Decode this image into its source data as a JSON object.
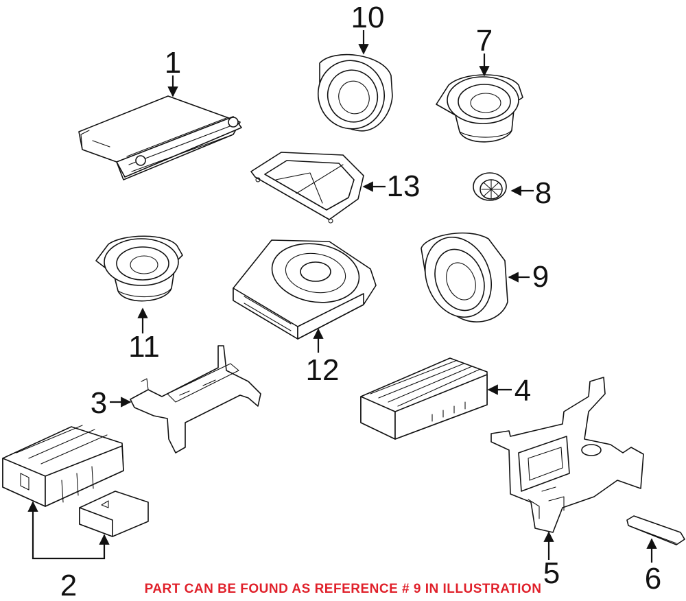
{
  "callouts": [
    {
      "id": "1",
      "label": "1"
    },
    {
      "id": "2",
      "label": "2"
    },
    {
      "id": "3",
      "label": "3"
    },
    {
      "id": "4",
      "label": "4"
    },
    {
      "id": "5",
      "label": "5"
    },
    {
      "id": "6",
      "label": "6"
    },
    {
      "id": "7",
      "label": "7"
    },
    {
      "id": "8",
      "label": "8"
    },
    {
      "id": "9",
      "label": "9"
    },
    {
      "id": "10",
      "label": "10"
    },
    {
      "id": "11",
      "label": "11"
    },
    {
      "id": "12",
      "label": "12"
    },
    {
      "id": "13",
      "label": "13"
    }
  ],
  "notice": "PART CAN BE FOUND AS REFERENCE # 9 IN ILLUSTRATION",
  "colors": {
    "notice": "#e0202a",
    "line": "#111111",
    "background": "#ffffff"
  }
}
